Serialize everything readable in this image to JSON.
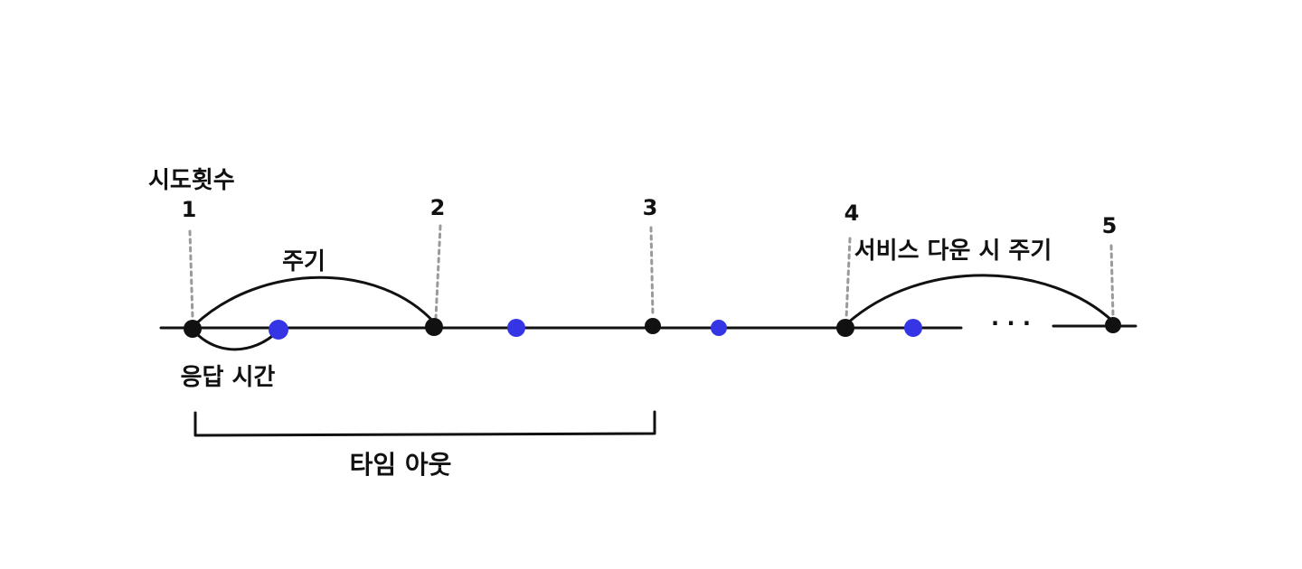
{
  "colors": {
    "ink": "#111111",
    "guide": "#9a9a9a",
    "response_dot": "#3535e6"
  },
  "labels": {
    "attempt_count": "시도횟수",
    "period": "주기",
    "response_time": "응답 시간",
    "service_down_period": "서비스 다운 시 주기",
    "timeout": "타임 아웃",
    "ellipsis": "· · ·"
  },
  "attempts": [
    "1",
    "2",
    "3",
    "4",
    "5"
  ]
}
